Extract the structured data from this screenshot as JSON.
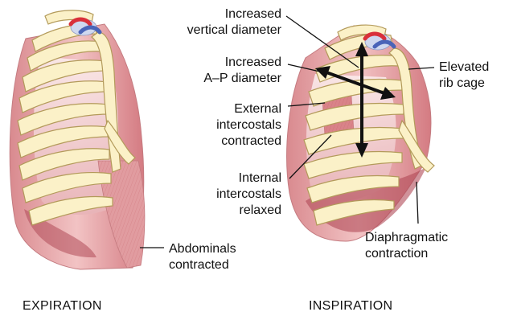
{
  "labels": {
    "increased_vertical": [
      "Increased",
      "vertical diameter"
    ],
    "increased_ap": [
      "Increased",
      "A–P diameter"
    ],
    "external_intercostals": [
      "External",
      "intercostals",
      "contracted"
    ],
    "internal_intercostals": [
      "Internal",
      "intercostals",
      "relaxed"
    ],
    "elevated_rib_cage": [
      "Elevated",
      "rib cage"
    ],
    "abdominals": [
      "Abdominals",
      "contracted"
    ],
    "diaphragmatic": [
      "Diaphragmatic",
      "contraction"
    ]
  },
  "captions": {
    "expiration": "EXPIRATION",
    "inspiration": "INSPIRATION"
  },
  "colors": {
    "bone": "#fbf1c8",
    "bone_outline": "#b39a5a",
    "muscle": "#e9a8aa",
    "muscle_dark": "#c9656d",
    "interior": "#f6dada",
    "artery": "#d9303a",
    "vein": "#4a64b8"
  }
}
